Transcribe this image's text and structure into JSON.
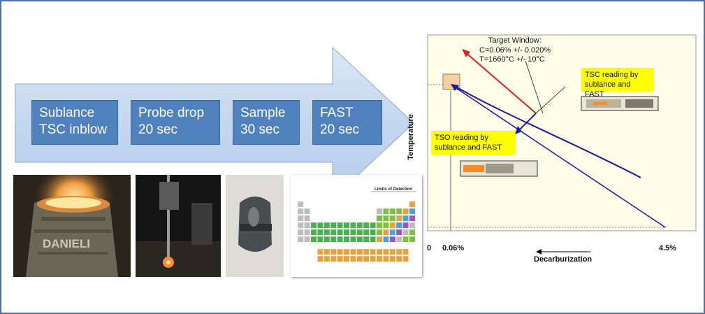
{
  "process_steps": [
    {
      "line1": "Sublance",
      "line2": "TSC inblow"
    },
    {
      "line1": "Probe drop",
      "line2": "20 sec"
    },
    {
      "line1": "Sample",
      "line2": "30 sec"
    },
    {
      "line1": "FAST",
      "line2": "20 sec"
    }
  ],
  "photos": {
    "furnace_text": "DANIELI",
    "periodic_table_title": "Limits of Detection"
  },
  "chart": {
    "target_title": "Target Window:",
    "target_carbon": "C=0.06% +/- 0.020%",
    "target_temp": "T=1660°C +/- 10°C",
    "tsc_callout_line1": "TSC reading by",
    "tsc_callout_line2": "sublance and FAST",
    "tso_callout_line1": "TSO reading by",
    "tso_callout_line2": "sublance and FAST",
    "y_axis_label": "Temperature",
    "x_axis_label": "Decarburization",
    "x_tick_0": "0",
    "x_tick_1": "0.06%",
    "x_tick_2": "4.5%"
  },
  "colors": {
    "step_fill": "#4f81bd",
    "arrow_fill": "#c6d9f1",
    "curve_blue": "#1a1a9e",
    "curve_red": "#e02020",
    "target_box": "#f5cfa6",
    "callout": "#ffff00"
  }
}
